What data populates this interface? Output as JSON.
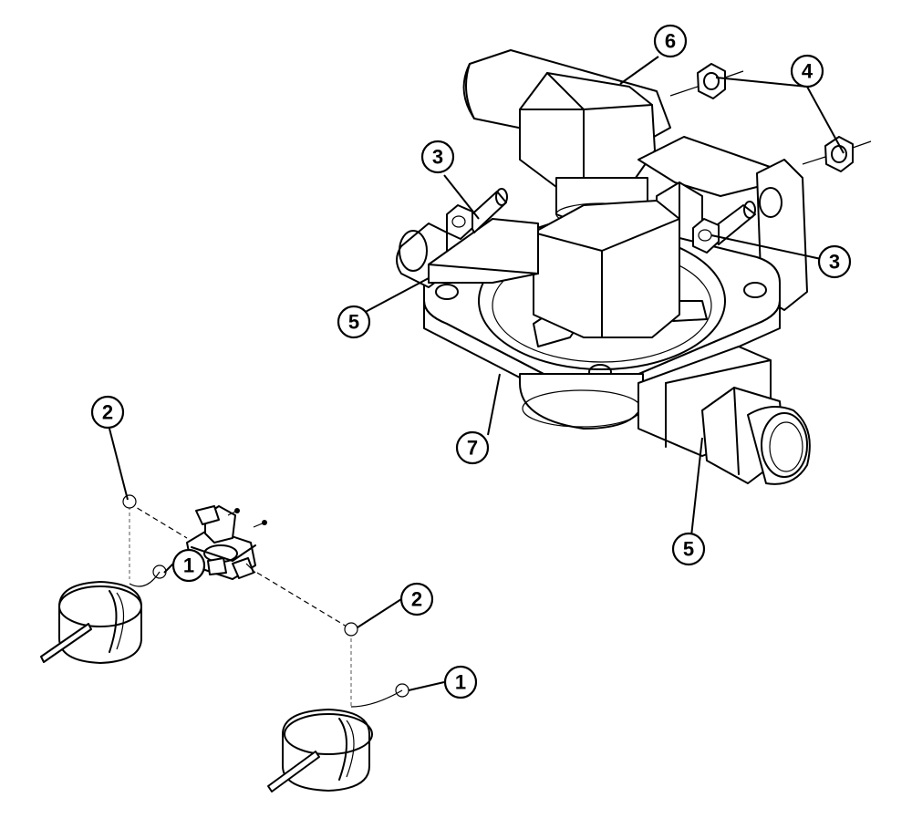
{
  "callouts": [
    {
      "id": "c1a",
      "label": "1"
    },
    {
      "id": "c1b",
      "label": "1"
    },
    {
      "id": "c2a",
      "label": "2"
    },
    {
      "id": "c2b",
      "label": "2"
    },
    {
      "id": "c3a",
      "label": "3"
    },
    {
      "id": "c3b",
      "label": "3"
    },
    {
      "id": "c4",
      "label": "4"
    },
    {
      "id": "c5a",
      "label": "5"
    },
    {
      "id": "c5b",
      "label": "5"
    },
    {
      "id": "c6",
      "label": "6"
    },
    {
      "id": "c7",
      "label": "7"
    }
  ]
}
